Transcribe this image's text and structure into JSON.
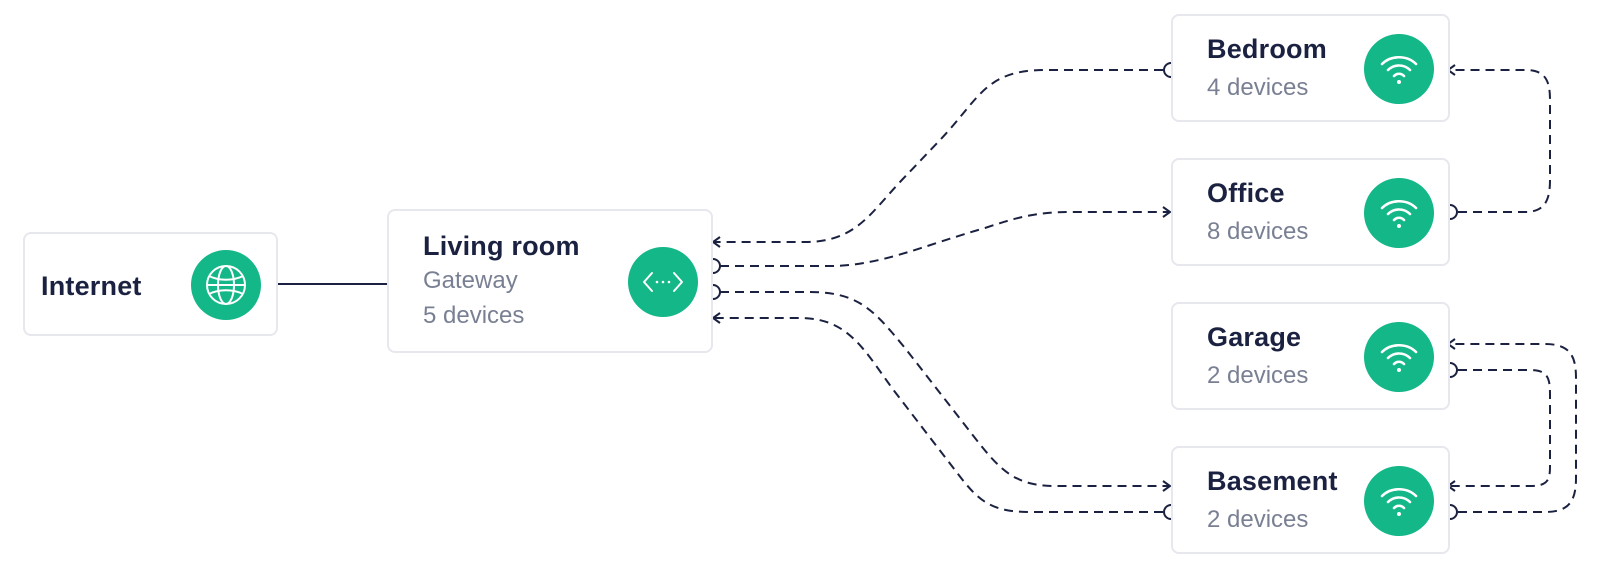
{
  "colors": {
    "accent": "#13b788",
    "title_text": "#1b2140",
    "sub_text": "#7a8094",
    "link": "#1b2140",
    "card_border": "#e6e8ee"
  },
  "nodes": {
    "internet": {
      "title": "Internet",
      "icon": "globe-icon"
    },
    "living_room": {
      "title": "Living room",
      "role": "Gateway",
      "devices": "5 devices",
      "icon": "code-brackets-icon"
    },
    "bedroom": {
      "title": "Bedroom",
      "devices": "4 devices",
      "icon": "wifi-icon"
    },
    "office": {
      "title": "Office",
      "devices": "8 devices",
      "icon": "wifi-icon"
    },
    "garage": {
      "title": "Garage",
      "devices": "2 devices",
      "icon": "wifi-icon"
    },
    "basement": {
      "title": "Basement",
      "devices": "2 devices",
      "icon": "wifi-icon"
    }
  },
  "links": [
    {
      "from": "internet",
      "to": "living_room",
      "style": "solid"
    },
    {
      "from": "bedroom",
      "to": "living_room",
      "style": "dashed"
    },
    {
      "from": "living_room",
      "to": "office",
      "style": "dashed"
    },
    {
      "from": "living_room",
      "to": "basement",
      "style": "dashed"
    },
    {
      "from": "basement",
      "to": "living_room",
      "style": "dashed"
    },
    {
      "from": "office",
      "to": "bedroom",
      "style": "dashed"
    },
    {
      "from": "garage",
      "to": "basement",
      "style": "dashed"
    },
    {
      "from": "basement",
      "to": "garage",
      "style": "dashed"
    }
  ]
}
